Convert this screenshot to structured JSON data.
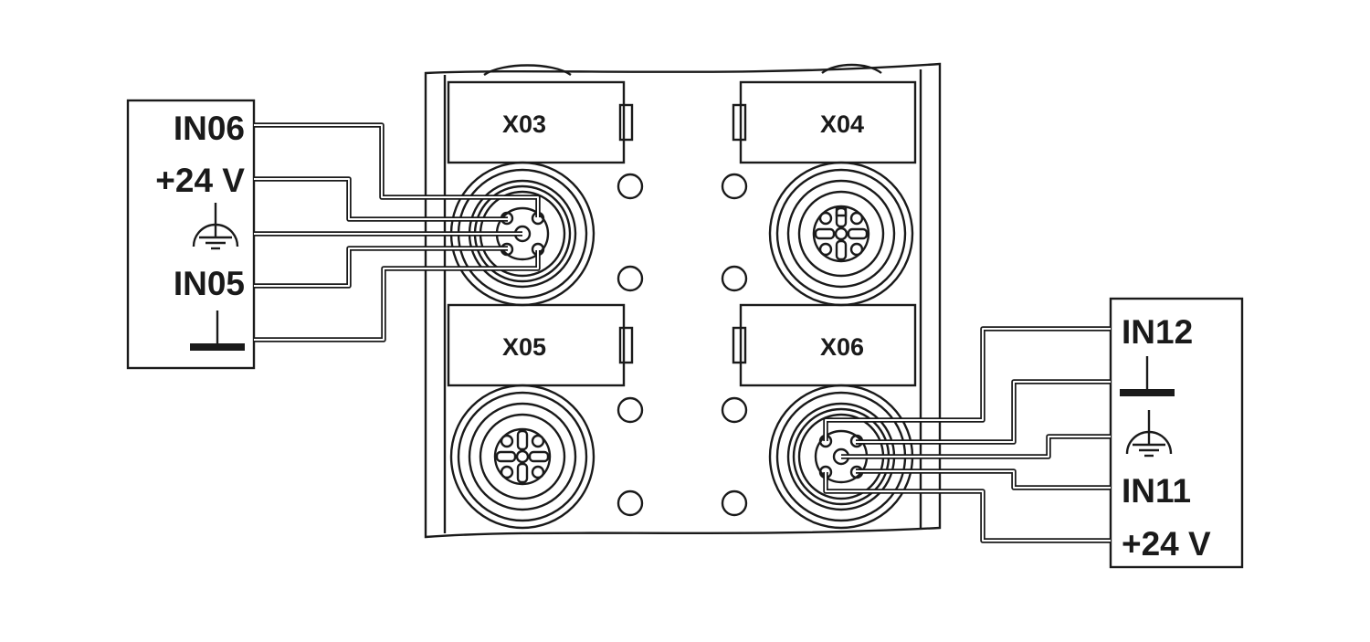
{
  "ports": {
    "x03": "X03",
    "x04": "X04",
    "x05": "X05",
    "x06": "X06"
  },
  "left_box": {
    "in06": "IN06",
    "plus24v": "+24 V",
    "in05": "IN05"
  },
  "right_box": {
    "in12": "IN12",
    "in11": "IN11",
    "plus24v": "+24 V"
  },
  "icons": {
    "ground": "ground-icon",
    "functional_earth": "functional-earth-icon",
    "m12_connector": "m12-connector-icon"
  }
}
